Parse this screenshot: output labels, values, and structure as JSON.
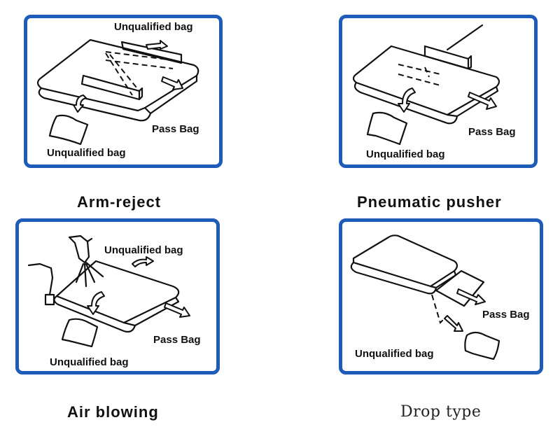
{
  "panels": [
    {
      "id": "arm-reject",
      "caption": "Arm-reject",
      "labels": {
        "unqualified_top": "Unqualified bag",
        "pass": "Pass Bag",
        "unqualified_bottom": "Unqualified bag"
      }
    },
    {
      "id": "pneumatic-pusher",
      "caption": "Pneumatic  pusher",
      "labels": {
        "pass": "Pass Bag",
        "unqualified_bottom": "Unqualified bag"
      }
    },
    {
      "id": "air-blowing",
      "caption": "Air blowing",
      "labels": {
        "unqualified_top": "Unqualified bag",
        "pass": "Pass Bag",
        "unqualified_bottom": "Unqualified bag"
      }
    },
    {
      "id": "drop-type",
      "caption": "Drop type",
      "labels": {
        "pass": "Pass Bag",
        "unqualified_bottom": "Unqualified bag"
      }
    }
  ],
  "colors": {
    "border": "#1f5bb8",
    "line": "#111111"
  }
}
